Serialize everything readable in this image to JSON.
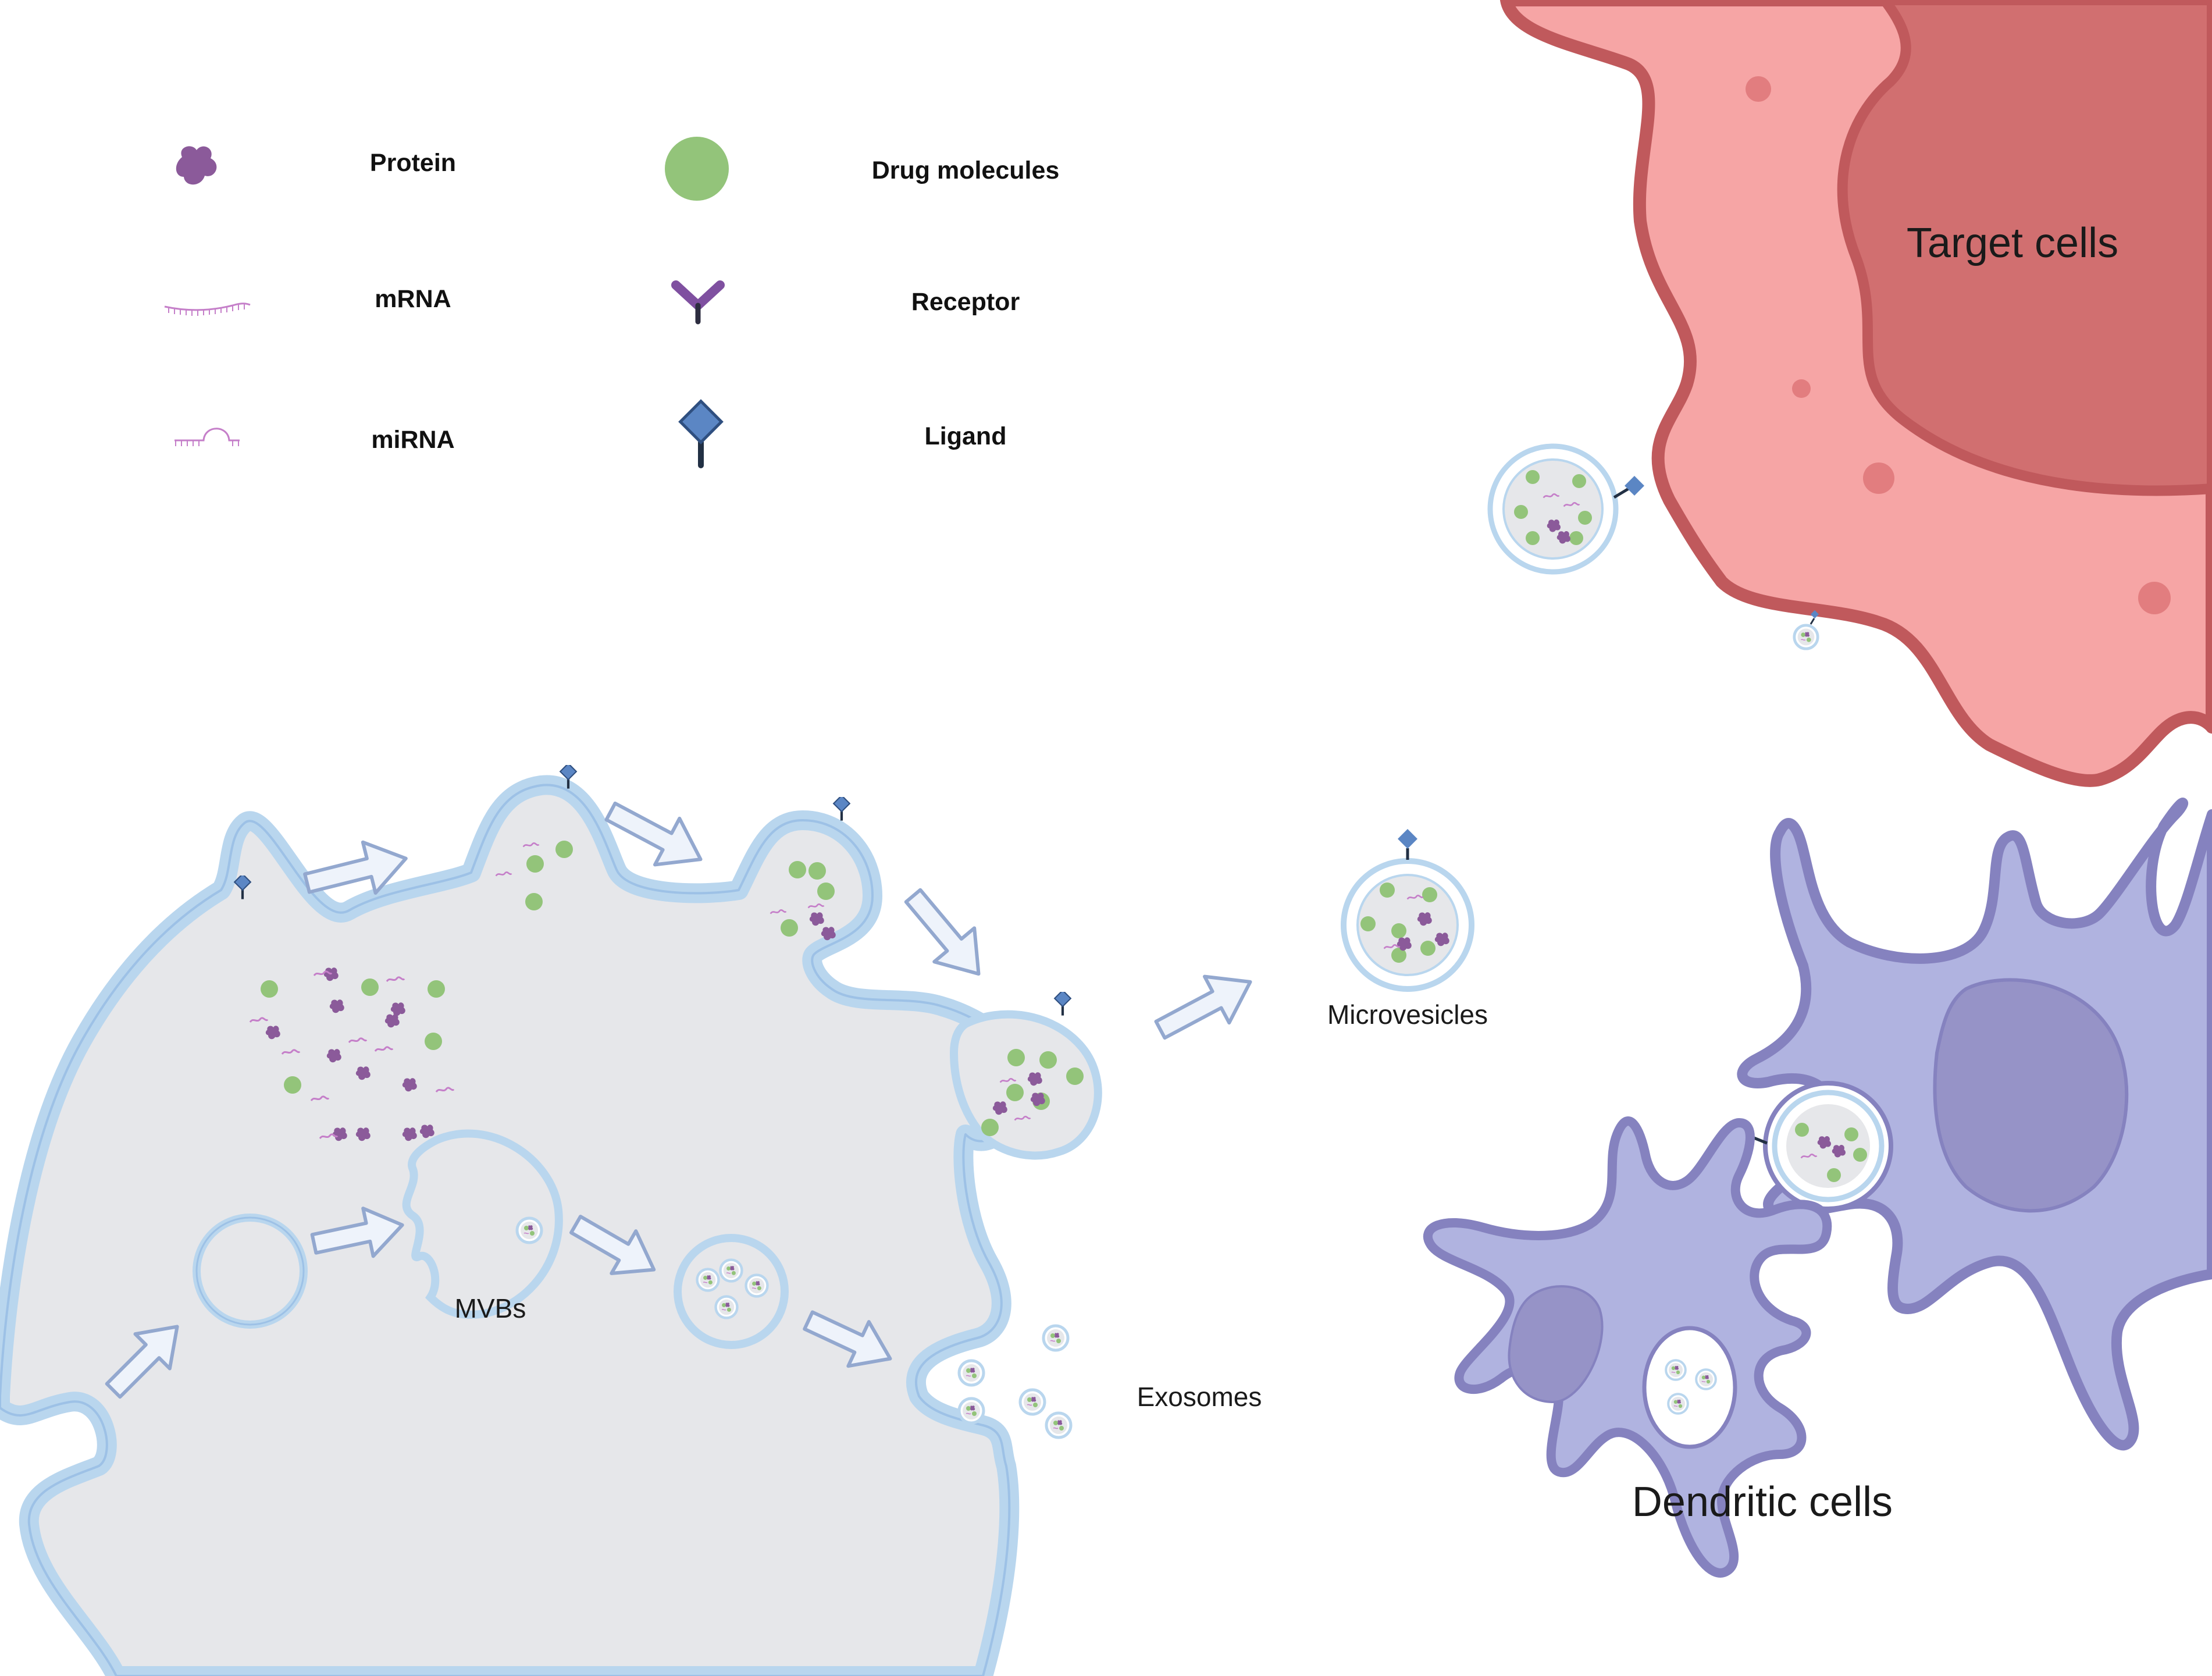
{
  "legend": {
    "protein": "Protein",
    "drug": "Drug molecules",
    "mrna": "mRNA",
    "receptor": "Receptor",
    "mirna": "miRNA",
    "ligand": "Ligand"
  },
  "labels": {
    "target_cells": "Target cells",
    "microvesicles": "Microvesicles",
    "mvbs": "MVBs",
    "exosomes": "Exosomes",
    "dendritic_cells": "Dendritic cells"
  },
  "colors": {
    "membrane": "#b9d6ee",
    "membrane_edge": "#9dc1e6",
    "cytoplasm": "#e6e7ea",
    "arrow_fill": "#eef3fb",
    "arrow_edge": "#93a8cf",
    "protein": "#8b5a9a",
    "drug": "#93c47a",
    "rna": "#c57fc9",
    "ligand": "#5b86c4",
    "target_outer": "#f6a5a5",
    "target_edge": "#c0595c",
    "target_nucleus": "#d16f70",
    "dendritic": "#b0b3e0",
    "dendritic_edge": "#8582bf",
    "dendritic_nucleus": "#9693c7"
  }
}
